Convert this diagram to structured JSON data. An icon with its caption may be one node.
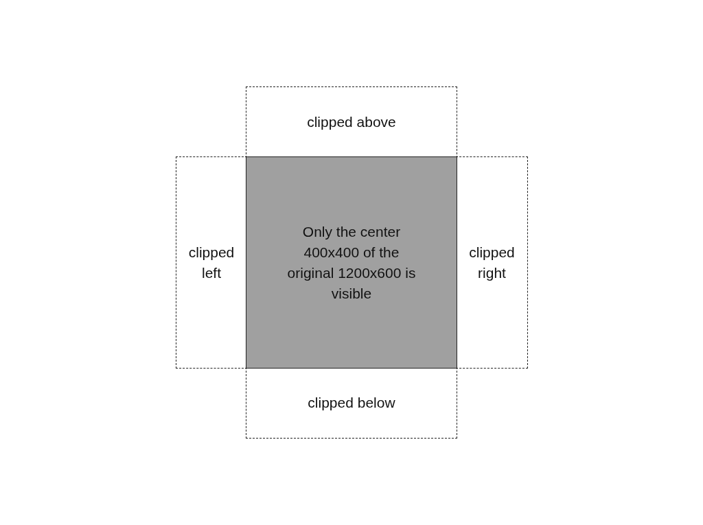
{
  "diagram": {
    "nodes": [
      {
        "text": [
          "clipped above"
        ]
      },
      {
        "text": [
          "clipped left"
        ]
      },
      {
        "text": [
          "Only the center 400x400 of the original 1200x600 is visible"
        ]
      },
      {
        "text": [
          "clipped right"
        ]
      },
      {
        "text": [
          "clipped below"
        ]
      }
    ]
  }
}
